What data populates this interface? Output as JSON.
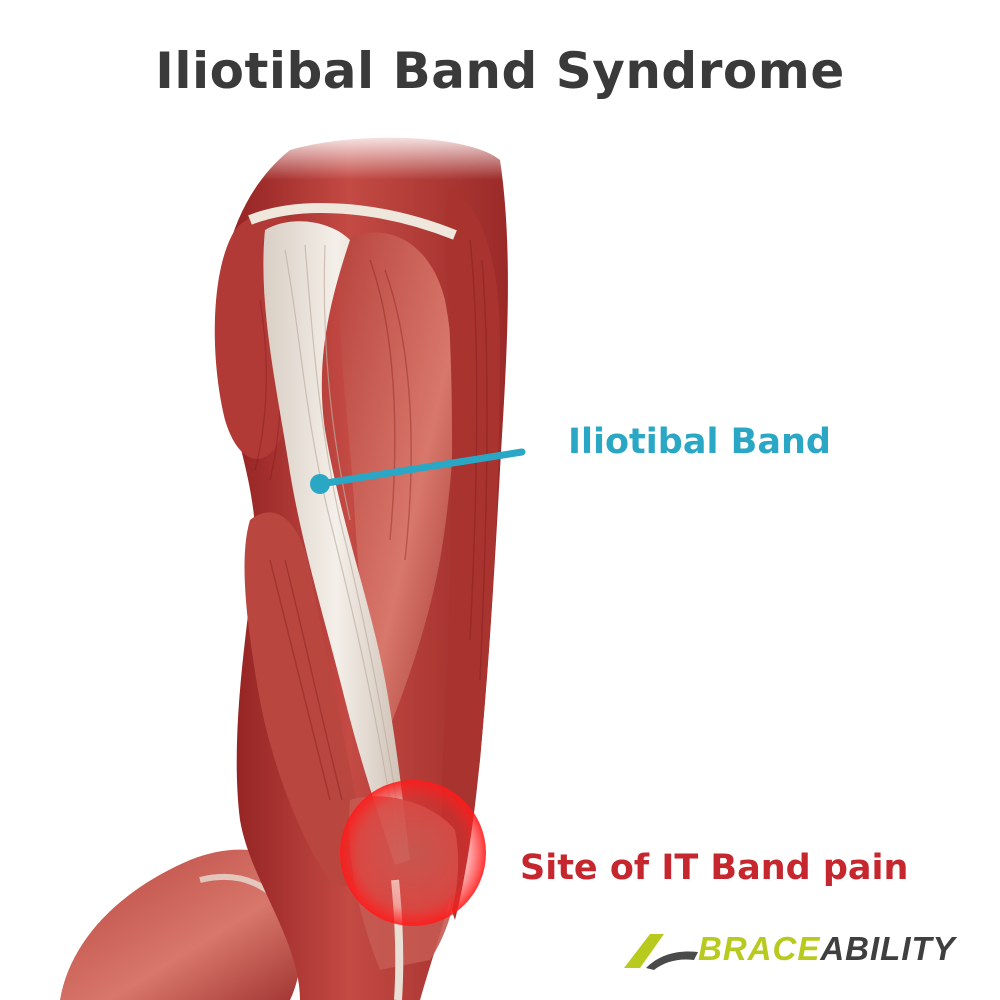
{
  "title": "Iliotibal Band Syndrome",
  "labels": {
    "iliotibial_band": "Iliotibal Band",
    "pain_site": "Site of IT Band pain"
  },
  "logo": {
    "part1": "BRACE",
    "part2": "ABILITY"
  },
  "colors": {
    "title": "#3a3a3a",
    "band_label": "#2ba7c6",
    "pain_label": "#c6262e",
    "pain_circle": "#ff2a2a",
    "logo_green": "#b9ca1f",
    "logo_gray": "#3f3f3f"
  }
}
